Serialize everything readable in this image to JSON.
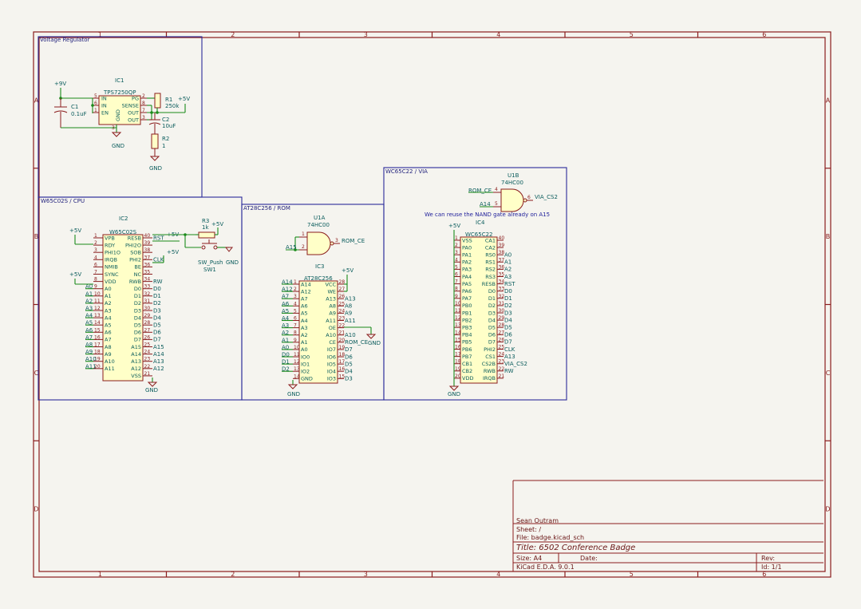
{
  "frame": {
    "cols": [
      "1",
      "2",
      "3",
      "4",
      "5",
      "6"
    ],
    "rows": [
      "A",
      "B",
      "C",
      "D"
    ]
  },
  "sheets": {
    "vreg": "Voltage Regulator",
    "cpu": "W65C02S / CPU",
    "rom": "AT28C256 / ROM",
    "via": "WC65C22 / VIA"
  },
  "vreg": {
    "ic1": "IC1",
    "ic1_val": "TPS7250QP",
    "c1": "C1",
    "c1_val": "0.1uF",
    "c2": "C2",
    "c2_val": "10uF",
    "r1": "R1",
    "r1_val": "250k",
    "r2": "R2",
    "r2_val": "1",
    "p9": "+9V",
    "p5": "+5V",
    "gnd": "GND",
    "pins_left": [
      "IN",
      "IN",
      "EN"
    ],
    "pins_right": [
      "PG",
      "SENSE",
      "OUT",
      "OUT"
    ],
    "pin_gnd": "GND",
    "nums_left": [
      "5",
      "6",
      "1"
    ],
    "nums_right": [
      "2",
      "8",
      "7",
      "3"
    ],
    "num_gnd": "3"
  },
  "cpu": {
    "ic": "IC2",
    "val": "W65C02S",
    "left": [
      "VPB",
      "RDY",
      "PHI1O",
      "IRQB",
      "NMIB",
      "SYNC",
      "VDD",
      "A0",
      "A1",
      "A2",
      "A3",
      "A4",
      "A5",
      "A6",
      "A7",
      "A8",
      "A9",
      "A10",
      "A11"
    ],
    "left_nums": [
      "1",
      "2",
      "3",
      "4",
      "6",
      "7",
      "8",
      "9",
      "10",
      "11",
      "12",
      "13",
      "14",
      "15",
      "16",
      "17",
      "18",
      "19",
      "20"
    ],
    "right": [
      "RESB",
      "PHI2O",
      "SOB",
      "PHI2",
      "BE",
      "NC",
      "RWB",
      "D0",
      "D1",
      "D2",
      "D3",
      "D4",
      "D5",
      "D6",
      "D7",
      "A15",
      "A14",
      "A13",
      "A12",
      "VSS"
    ],
    "right_nums": [
      "40",
      "39",
      "38",
      "37",
      "36",
      "35",
      "34",
      "33",
      "32",
      "31",
      "30",
      "29",
      "28",
      "27",
      "26",
      "25",
      "24",
      "23",
      "22",
      "21"
    ],
    "left_nets": [
      "A0",
      "A1",
      "A2",
      "A3",
      "A4",
      "A5",
      "A6",
      "A7",
      "A8",
      "A9",
      "A10",
      "A11"
    ],
    "right_nets": [
      "RST",
      "",
      "",
      "CLK",
      "",
      "",
      "RW",
      "D0",
      "D1",
      "D2",
      "D3",
      "D4",
      "D5",
      "D6",
      "D7",
      "A15",
      "A14",
      "A13",
      "A12",
      ""
    ],
    "p5a": "+5V",
    "p5b": "+5V",
    "p5c": "+5V",
    "p5d": "+5V",
    "gnd": "GND",
    "r3": "R3",
    "r3_val": "1k",
    "sw": "SW1",
    "sw_val": "SW_Push",
    "sw_gnd": "GND",
    "sw_p5": "+5V"
  },
  "rom": {
    "u": "U1A",
    "u_val": "74HC00",
    "in1": "A15",
    "out": "ROM_CE",
    "ic": "IC3",
    "val": "AT28C256",
    "left": [
      "A14",
      "A12",
      "A7",
      "A6",
      "A5",
      "A4",
      "A3",
      "A2",
      "A1",
      "A0",
      "IO0",
      "IO1",
      "IO2",
      "GND"
    ],
    "left_nums": [
      "1",
      "2",
      "3",
      "4",
      "5",
      "6",
      "7",
      "8",
      "9",
      "10",
      "11",
      "12",
      "13",
      "14"
    ],
    "right": [
      "VCC",
      "WE",
      "A13",
      "A8",
      "A9",
      "A11",
      "OE",
      "A10",
      "CE",
      "IO7",
      "IO6",
      "IO5",
      "IO4",
      "IO3"
    ],
    "right_nums": [
      "28",
      "27",
      "26",
      "25",
      "24",
      "23",
      "22",
      "21",
      "20",
      "19",
      "18",
      "17",
      "16",
      "15"
    ],
    "left_nets": [
      "A14",
      "A12",
      "A7",
      "A6",
      "A5",
      "A4",
      "A3",
      "A2",
      "A1",
      "A0",
      "D0",
      "D1",
      "D2",
      ""
    ],
    "right_nets": [
      "",
      "",
      "A13",
      "A8",
      "A9",
      "A11",
      "",
      "A10",
      "ROM_CE",
      "D7",
      "D6",
      "D5",
      "D4",
      "D3"
    ],
    "p5": "+5V",
    "gnd": "GND",
    "gnd2": "GND"
  },
  "via": {
    "u": "U1B",
    "u_val": "74HC00",
    "in1": "ROM_CE",
    "in2": "A14",
    "out": "VIA_CS2",
    "note": "We can reuse the NAND gate already on A15",
    "ic": "IC4",
    "val": "WC65C22",
    "left": [
      "VSS",
      "PA0",
      "PA1",
      "PA2",
      "PA3",
      "PA4",
      "PA5",
      "PA6",
      "PA7",
      "PB0",
      "PB1",
      "PB2",
      "PB3",
      "PB4",
      "PB5",
      "PB6",
      "PB7",
      "CB1",
      "CB2",
      "VDD"
    ],
    "left_nums": [
      "1",
      "2",
      "3",
      "4",
      "5",
      "6",
      "7",
      "8",
      "9",
      "10",
      "11",
      "12",
      "13",
      "14",
      "15",
      "16",
      "17",
      "18",
      "19",
      "20"
    ],
    "right": [
      "CA1",
      "CA2",
      "RS0",
      "RS1",
      "RS2",
      "RS3",
      "RESB",
      "D0",
      "D1",
      "D2",
      "D3",
      "D4",
      "D5",
      "D6",
      "D7",
      "PHI2",
      "CS1",
      "CS2B",
      "RWB",
      "IRQB"
    ],
    "right_nums": [
      "40",
      "39",
      "38",
      "37",
      "36",
      "35",
      "34",
      "33",
      "32",
      "31",
      "30",
      "29",
      "28",
      "27",
      "26",
      "25",
      "24",
      "23",
      "22",
      "21"
    ],
    "right_nets": [
      "",
      "",
      "A0",
      "A1",
      "A2",
      "A3",
      "RST",
      "D0",
      "D1",
      "D2",
      "D3",
      "D4",
      "D5",
      "D6",
      "D7",
      "CLK",
      "A13",
      "VIA_CS2",
      "RW",
      ""
    ],
    "p5": "+5V",
    "gnd": "GND"
  },
  "titleblock": {
    "author": "Sean Outram",
    "sheet": "Sheet: /",
    "file": "File: badge.kicad_sch",
    "title": "Title: 6502 Conference Badge",
    "size": "Size: A4",
    "date": "Date:",
    "rev": "Rev:",
    "tool": "KiCad E.D.A. 9.0.1",
    "id": "Id: 1/1"
  }
}
